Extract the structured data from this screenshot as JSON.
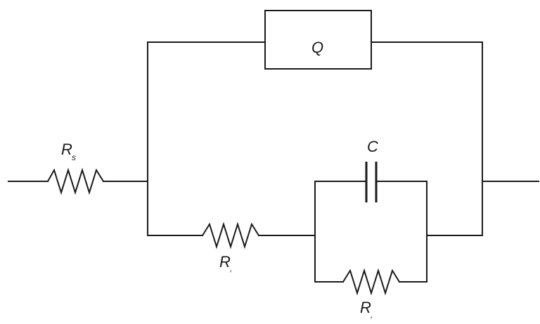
{
  "diagram": {
    "components": {
      "q": {
        "label": "Q"
      },
      "rs": {
        "label": "R",
        "subscript": "s"
      },
      "c": {
        "label": "C"
      },
      "r2": {
        "label": "R",
        "subscript": ","
      },
      "r3": {
        "label": "R",
        "subscript": ","
      }
    }
  }
}
